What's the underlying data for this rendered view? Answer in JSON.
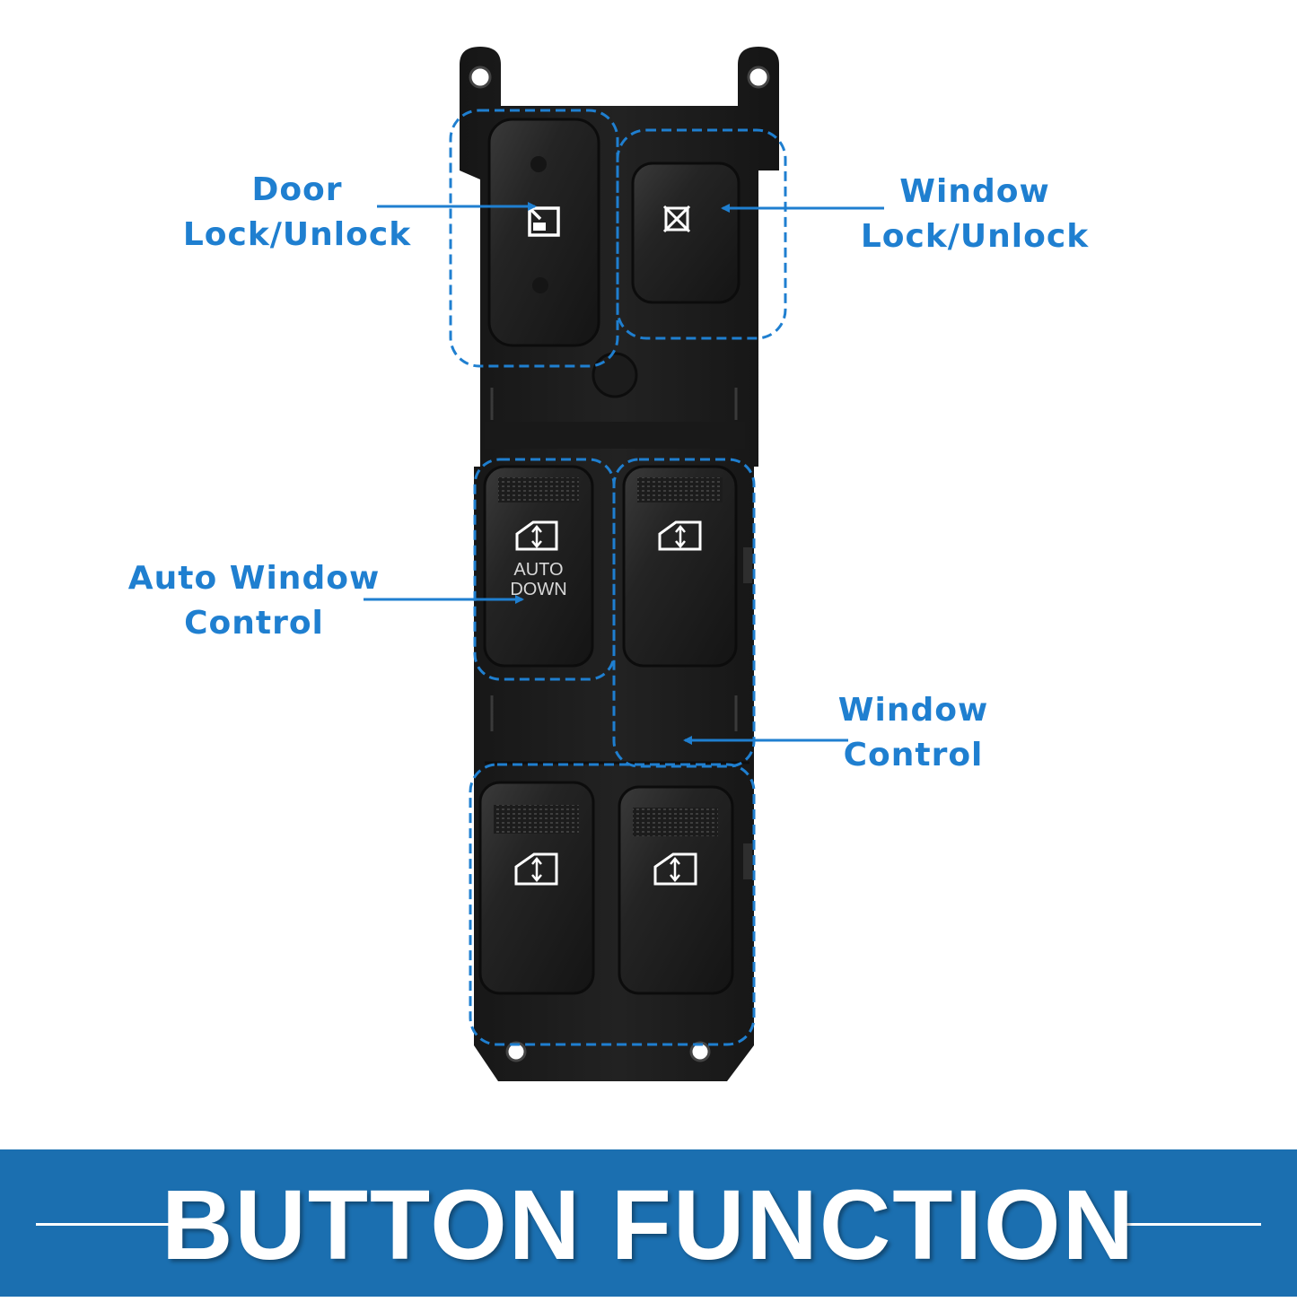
{
  "callouts": {
    "door_lock": {
      "line1": "Door",
      "line2": "Lock/Unlock"
    },
    "window_lock": {
      "line1": "Window",
      "line2": "Lock/Unlock"
    },
    "auto_window": {
      "line1": "Auto Window",
      "line2": "Control"
    },
    "window_control": {
      "line1": "Window",
      "line2": "Control"
    }
  },
  "switch_labels": {
    "auto": "AUTO",
    "down": "DOWN"
  },
  "banner": {
    "title": "BUTTON FUNCTION"
  },
  "colors": {
    "accent_blue": "#1f7fd0",
    "banner_blue": "#1b6fb0",
    "switch_body": "#1b1b1b",
    "button_face": "#232323",
    "background": "#ffffff"
  },
  "icons": {
    "door_lock_button": "door-lock-icon",
    "window_lock_button": "window-lock-icon",
    "window_buttons": "window-up-down-icon"
  }
}
